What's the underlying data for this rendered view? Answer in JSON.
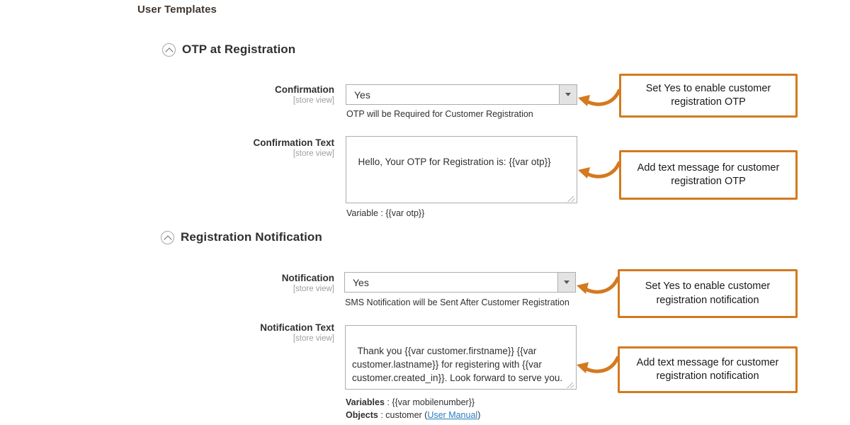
{
  "page": {
    "title": "User Templates"
  },
  "colors": {
    "accent_orange": "#d4791f",
    "link_blue": "#2b7dbd",
    "label_grey": "#9e9e9e",
    "text": "#303030",
    "field_border": "#adadad",
    "select_button_bg": "#e3e3e3"
  },
  "sections": [
    {
      "id": "otp-at-registration",
      "heading": "OTP at Registration",
      "collapse_icon": "chevron-up-circle-icon",
      "fields": [
        {
          "id": "confirmation",
          "label": "Confirmation",
          "scope": "[store view]",
          "type": "select",
          "value": "Yes",
          "note": "OTP will be Required for Customer Registration"
        },
        {
          "id": "confirmation-text",
          "label": "Confirmation Text",
          "scope": "[store view]",
          "type": "textarea",
          "value": "Hello, Your OTP for Registration is: {{var otp}}",
          "note": "Variable : {{var otp}}"
        }
      ]
    },
    {
      "id": "registration-notification",
      "heading": "Registration Notification",
      "collapse_icon": "chevron-up-circle-icon",
      "fields": [
        {
          "id": "notification",
          "label": "Notification",
          "scope": "[store view]",
          "type": "select",
          "value": "Yes",
          "note": "SMS Notification will be Sent After Customer Registration"
        },
        {
          "id": "notification-text",
          "label": "Notification Text",
          "scope": "[store view]",
          "type": "textarea",
          "value": "Thank you {{var customer.firstname}} {{var customer.lastname}} for registering with {{var customer.created_in}}. Look forward to serve you.",
          "note": ""
        }
      ]
    }
  ],
  "variables_footer": {
    "variables_label": "Variables",
    "variables_sep": " : ",
    "variables_value": "{{var mobilenumber}}",
    "objects_label": "Objects",
    "objects_sep": " : ",
    "objects_value": "customer (",
    "objects_link": "User Manual",
    "objects_close": ")"
  },
  "callouts": [
    {
      "id": "callout-confirmation",
      "text": "Set Yes to enable customer registration OTP"
    },
    {
      "id": "callout-confirmation-text",
      "text": "Add text message for customer registration OTP"
    },
    {
      "id": "callout-notification",
      "text": "Set Yes to enable customer registration notification"
    },
    {
      "id": "callout-notification-text",
      "text": "Add text message for customer registration notification"
    }
  ]
}
